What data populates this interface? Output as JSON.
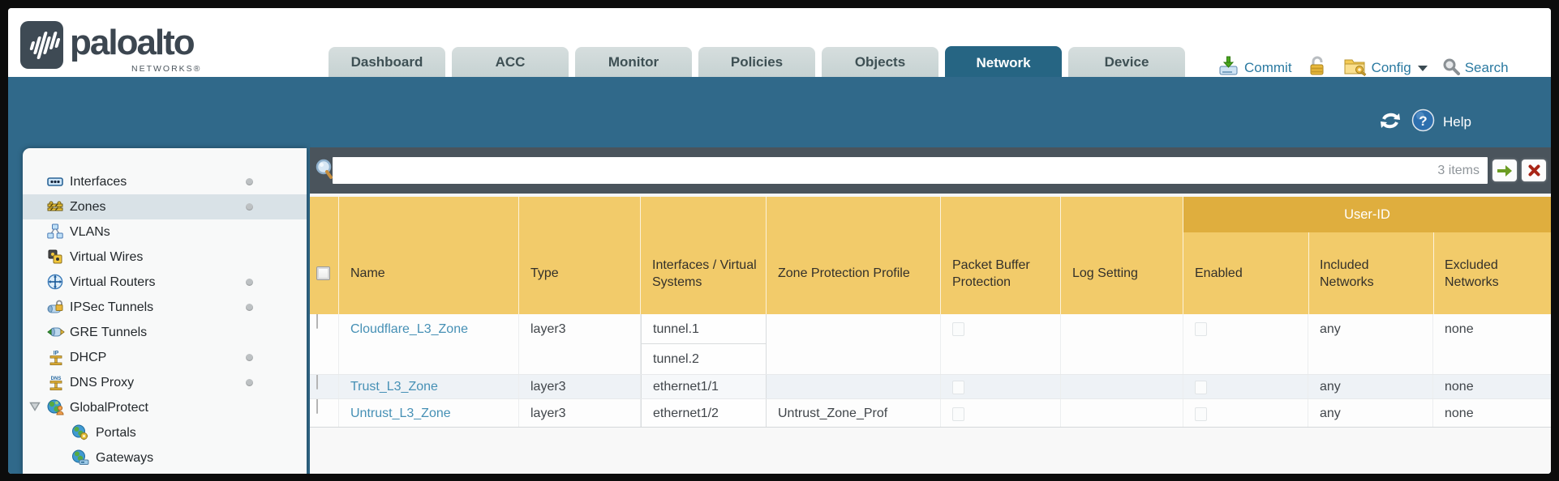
{
  "brand": {
    "name": "paloalto",
    "sub": "NETWORKS®"
  },
  "tabs": [
    {
      "label": "Dashboard",
      "active": false
    },
    {
      "label": "ACC",
      "active": false
    },
    {
      "label": "Monitor",
      "active": false
    },
    {
      "label": "Policies",
      "active": false
    },
    {
      "label": "Objects",
      "active": false
    },
    {
      "label": "Network",
      "active": true
    },
    {
      "label": "Device",
      "active": false
    }
  ],
  "utils": {
    "commit": "Commit",
    "config": "Config",
    "search": "Search"
  },
  "band": {
    "help": "Help"
  },
  "sidebar": {
    "items": [
      {
        "label": "Interfaces",
        "icon": "interfaces-icon",
        "dot": true,
        "selected": false,
        "indent": false,
        "expander": false
      },
      {
        "label": "Zones",
        "icon": "zones-icon",
        "dot": true,
        "selected": true,
        "indent": false,
        "expander": false
      },
      {
        "label": "VLANs",
        "icon": "vlans-icon",
        "dot": false,
        "selected": false,
        "indent": false,
        "expander": false
      },
      {
        "label": "Virtual Wires",
        "icon": "virtual-wires-icon",
        "dot": false,
        "selected": false,
        "indent": false,
        "expander": false
      },
      {
        "label": "Virtual Routers",
        "icon": "virtual-routers-icon",
        "dot": true,
        "selected": false,
        "indent": false,
        "expander": false
      },
      {
        "label": "IPSec Tunnels",
        "icon": "ipsec-tunnels-icon",
        "dot": true,
        "selected": false,
        "indent": false,
        "expander": false
      },
      {
        "label": "GRE Tunnels",
        "icon": "gre-tunnels-icon",
        "dot": false,
        "selected": false,
        "indent": false,
        "expander": false
      },
      {
        "label": "DHCP",
        "icon": "dhcp-icon",
        "dot": true,
        "selected": false,
        "indent": false,
        "expander": false
      },
      {
        "label": "DNS Proxy",
        "icon": "dns-proxy-icon",
        "dot": true,
        "selected": false,
        "indent": false,
        "expander": false
      },
      {
        "label": "GlobalProtect",
        "icon": "globalprotect-icon",
        "dot": false,
        "selected": false,
        "indent": false,
        "expander": true
      },
      {
        "label": "Portals",
        "icon": "portals-icon",
        "dot": false,
        "selected": false,
        "indent": true,
        "expander": false
      },
      {
        "label": "Gateways",
        "icon": "gateways-icon",
        "dot": false,
        "selected": false,
        "indent": true,
        "expander": false
      }
    ]
  },
  "filter": {
    "value": "",
    "count_label": "3 items"
  },
  "table": {
    "group_header": "User-ID",
    "columns": [
      "Name",
      "Type",
      "Interfaces / Virtual Systems",
      "Zone Protection Profile",
      "Packet Buffer Protection",
      "Log Setting",
      "Enabled",
      "Included Networks",
      "Excluded Networks"
    ],
    "rows": [
      {
        "name": "Cloudflare_L3_Zone",
        "type": "layer3",
        "interfaces": [
          "tunnel.1",
          "tunnel.2"
        ],
        "zone_protection_profile": "",
        "log_setting": "",
        "included_networks": "any",
        "excluded_networks": "none"
      },
      {
        "name": "Trust_L3_Zone",
        "type": "layer3",
        "interfaces": [
          "ethernet1/1"
        ],
        "zone_protection_profile": "",
        "log_setting": "",
        "included_networks": "any",
        "excluded_networks": "none"
      },
      {
        "name": "Untrust_L3_Zone",
        "type": "layer3",
        "interfaces": [
          "ethernet1/2"
        ],
        "zone_protection_profile": "Untrust_Zone_Prof",
        "log_setting": "",
        "included_networks": "any",
        "excluded_networks": "none"
      }
    ]
  },
  "colors": {
    "teal_band": "#30698a",
    "active_tab": "#266583",
    "header_yellow": "#f2cb6a",
    "userid_gold": "#dfae3e",
    "link_blue": "#4690b5",
    "filter_bar": "#4a545c"
  }
}
